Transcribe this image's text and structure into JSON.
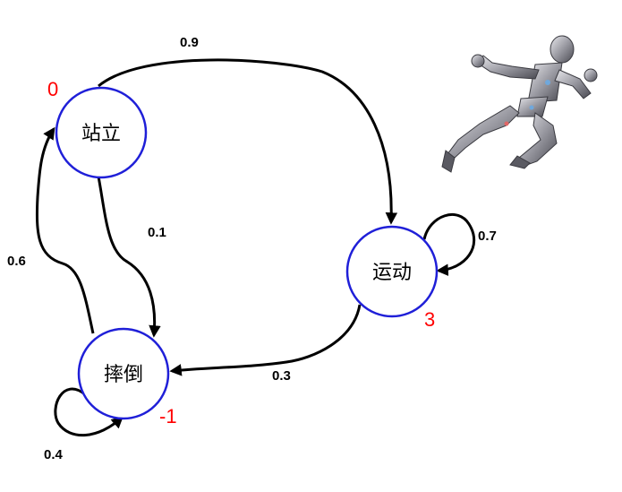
{
  "states": {
    "stand": {
      "label": "站立",
      "reward": "0"
    },
    "move": {
      "label": "运动",
      "reward": "3"
    },
    "fall": {
      "label": "摔倒",
      "reward": "-1"
    }
  },
  "transitions": {
    "stand_to_move": "0.9",
    "stand_to_fall": "0.1",
    "move_to_move": "0.7",
    "move_to_fall": "0.3",
    "fall_to_stand": "0.6",
    "fall_to_fall": "0.4"
  },
  "colors": {
    "node_stroke": "#1f1fd8",
    "reward_text": "#ff0000",
    "edge": "#000000"
  },
  "illustration": "running-robot"
}
